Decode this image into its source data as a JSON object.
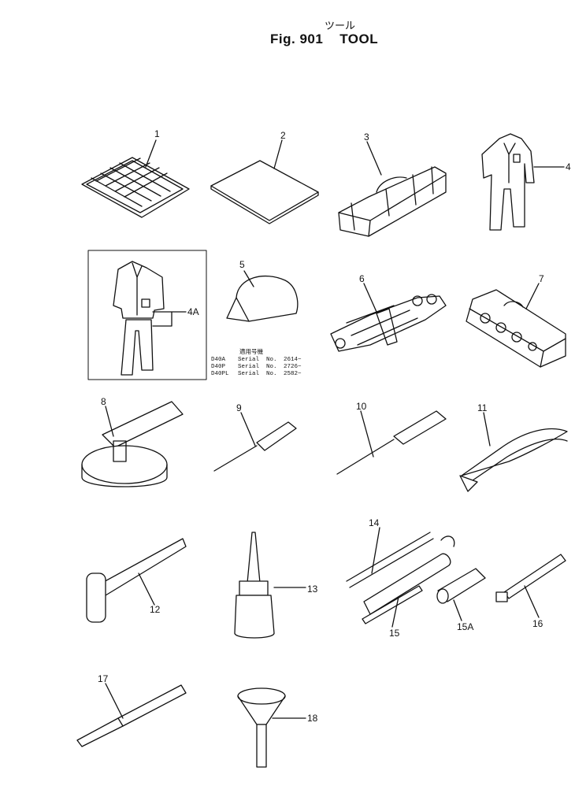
{
  "header": {
    "title_jp": "ツール",
    "fig_label": "Fig. 901",
    "title": "TOOL"
  },
  "parts": [
    {
      "no": "1"
    },
    {
      "no": "2"
    },
    {
      "no": "3"
    },
    {
      "no": "4"
    },
    {
      "no": "4A"
    },
    {
      "no": "5"
    },
    {
      "no": "6"
    },
    {
      "no": "7"
    },
    {
      "no": "8"
    },
    {
      "no": "9"
    },
    {
      "no": "10"
    },
    {
      "no": "11"
    },
    {
      "no": "12"
    },
    {
      "no": "13"
    },
    {
      "no": "14"
    },
    {
      "no": "15"
    },
    {
      "no": "15A"
    },
    {
      "no": "16"
    },
    {
      "no": "17"
    },
    {
      "no": "18"
    }
  ],
  "serial_table": {
    "heading": "適用号機",
    "rows": [
      {
        "model": "D40A",
        "label": "Serial",
        "no_label": "No.",
        "serial": "2614~"
      },
      {
        "model": "D40P",
        "label": "Serial",
        "no_label": "No.",
        "serial": "2726~"
      },
      {
        "model": "D40PL",
        "label": "Serial",
        "no_label": "No.",
        "serial": "2582~"
      }
    ]
  }
}
